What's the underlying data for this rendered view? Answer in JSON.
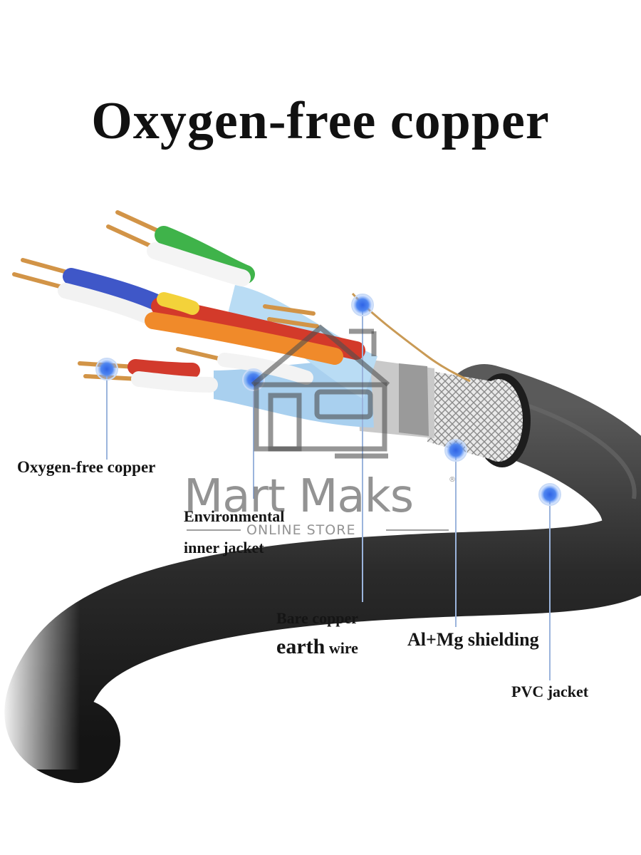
{
  "title": "Oxygen-free copper",
  "labels": {
    "oxygen_free_copper": "Oxygen-free copper",
    "environmental_line1": "Environmental",
    "environmental_line2": "inner jacket",
    "bare_copper_line1": "Bare copper",
    "bare_copper_line2_a": "earth",
    "bare_copper_line2_b": "wire",
    "al_mg_shielding": "Al+Mg shielding",
    "pvc_jacket": "PVC jacket"
  },
  "watermark": {
    "name": "Mart Maks",
    "subtitle": "ONLINE STORE",
    "registered": "®",
    "icon": "store-icon"
  },
  "colors": {
    "jacket": "#2b2b2b",
    "copper": "#d99a4a",
    "foil": "#8fc1e6",
    "pointer": "#3c72e0"
  }
}
